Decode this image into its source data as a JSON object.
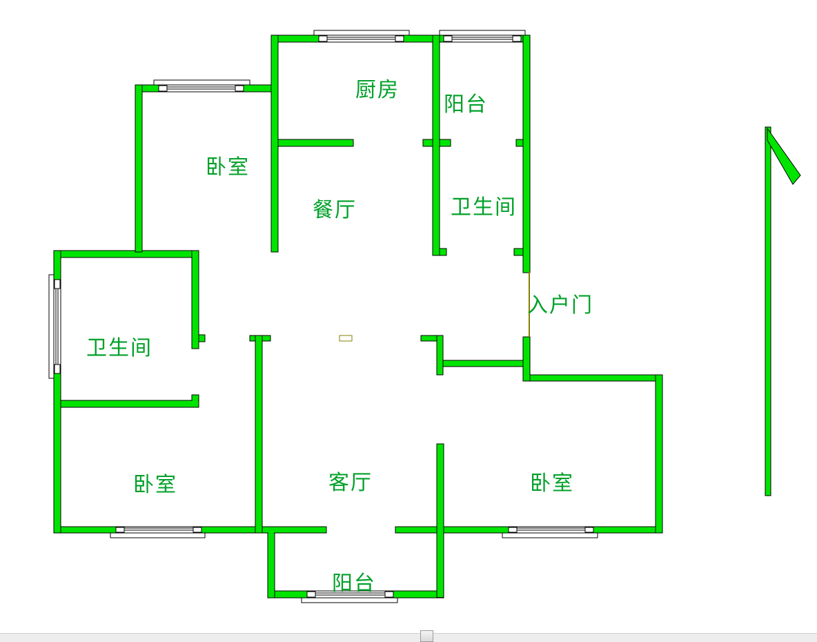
{
  "rooms": {
    "kitchen": "厨房",
    "balcony_top": "阳台",
    "bedroom_top_left": "卧室",
    "dining": "餐厅",
    "bathroom_top_right": "卫生间",
    "entry_door": "入户门",
    "bathroom_left": "卫生间",
    "bedroom_bottom_left": "卧室",
    "living_room": "客厅",
    "bedroom_bottom_right": "卧室",
    "balcony_bottom": "阳台"
  },
  "icons": {
    "north_arrow": "north-arrow",
    "window": "window-symbol",
    "entry_door_line": "door-threshold-line"
  },
  "colors": {
    "wall_green": "#00e400",
    "door_olive": "#838000",
    "label_green": "#00a028",
    "scrollbar_track": "#ededed",
    "scrollbar_thumb": "#f5f5f5"
  }
}
